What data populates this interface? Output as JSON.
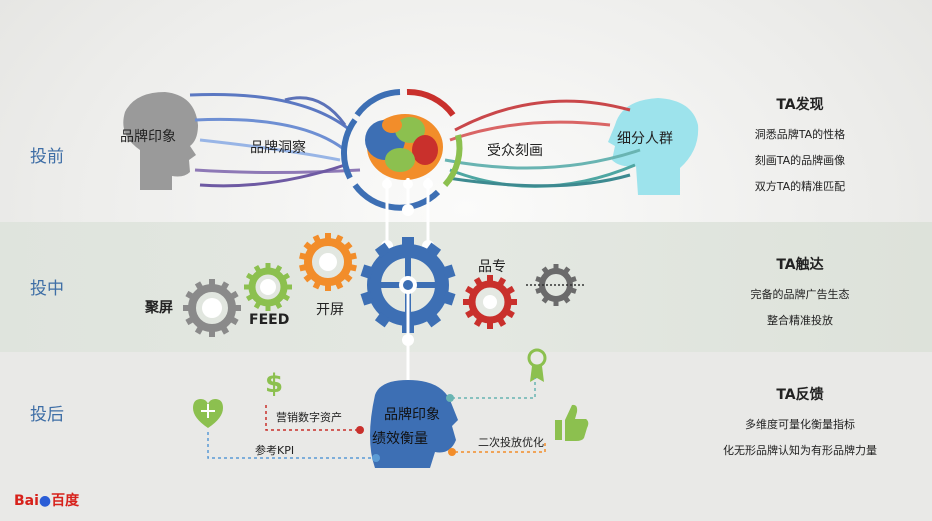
{
  "stages": {
    "pre": "投前",
    "mid": "投中",
    "post": "投后"
  },
  "pre_section": {
    "left_head": "品牌印象",
    "insight": "品牌洞察",
    "audience": "受众刻画",
    "right_head": "细分人群"
  },
  "mid_section": {
    "gear_juping": "聚屏",
    "gear_feed": "FEED",
    "gear_kaiping": "开屏",
    "gear_pinzhuan": "品专"
  },
  "post_section": {
    "digital_assets": "营销数字资产",
    "reference_kpi": "参考KPI",
    "head_line1": "品牌印象",
    "head_line2": "绩效衡量",
    "secondary_opt": "二次投放优化"
  },
  "right_panels": [
    {
      "title": "TA发现",
      "items": [
        "洞悉品牌TA的性格",
        "刻画TA的品牌画像",
        "双方TA的精准匹配"
      ]
    },
    {
      "title": "TA触达",
      "items": [
        "完备的品牌广告生态",
        "整合精准投放"
      ]
    },
    {
      "title": "TA反馈",
      "items": [
        "多维度可量化衡量指标",
        "化无形品牌认知为有形品牌力量"
      ]
    }
  ],
  "logo": {
    "bai": "Bai",
    "du": "百度"
  },
  "colors": {
    "stage_text": "#3e6ea6",
    "blue": "#3d6fb4",
    "green_gear": "#8cc04f",
    "orange_gear": "#f28d2a",
    "red_gear": "#c9302c",
    "gray_gear": "#8a8a8a",
    "cyan_head": "#9de3ec",
    "gray_head": "#9a9a9a"
  }
}
